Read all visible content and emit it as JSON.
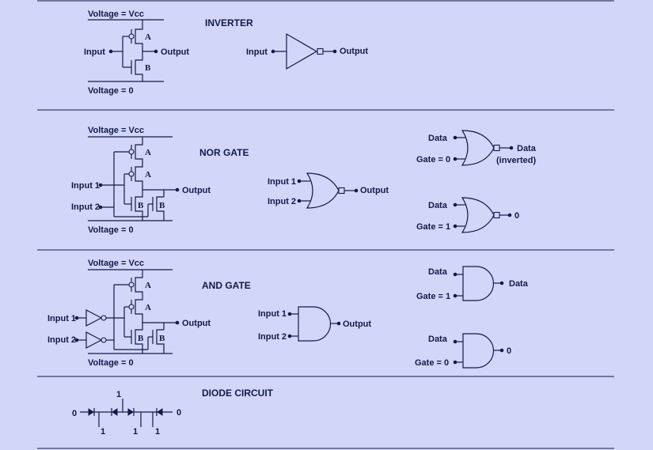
{
  "sections": {
    "inverter": {
      "title": "INVERTER",
      "vcc": "Voltage = Vcc",
      "gnd": "Voltage = 0",
      "input": "Input",
      "output": "Output",
      "t_a": "A",
      "t_b": "B",
      "sym_input": "Input",
      "sym_output": "Output"
    },
    "nor": {
      "title": "NOR GATE",
      "vcc": "Voltage = Vcc",
      "gnd": "Voltage = 0",
      "input1": "Input 1",
      "input2": "Input 2",
      "output": "Output",
      "t_a": "A",
      "t_b": "B",
      "sym_input1": "Input 1",
      "sym_input2": "Input 2",
      "sym_output": "Output",
      "ex1": {
        "data": "Data",
        "gate": "Gate = 0",
        "out1": "Data",
        "out2": "(inverted)"
      },
      "ex2": {
        "data": "Data",
        "gate": "Gate = 1",
        "out": "0"
      }
    },
    "and": {
      "title": "AND GATE",
      "vcc": "Voltage = Vcc",
      "gnd": "Voltage = 0",
      "input1": "Input 1",
      "input2": "Input 2",
      "output": "Output",
      "t_a": "A",
      "t_b": "B",
      "sym_input1": "Input 1",
      "sym_input2": "Input 2",
      "sym_output": "Output",
      "ex1": {
        "data": "Data",
        "gate": "Gate = 1",
        "out": "Data"
      },
      "ex2": {
        "data": "Data",
        "gate": "Gate = 0",
        "out": "0"
      }
    },
    "diode": {
      "title": "DIODE CIRCUIT",
      "left": "0",
      "right": "0",
      "top": "1",
      "bottom1": "1",
      "bottom2": "1",
      "bottom3": "1"
    }
  },
  "colors": {
    "background": "#d2d6f9",
    "ink": "#111a4a"
  }
}
